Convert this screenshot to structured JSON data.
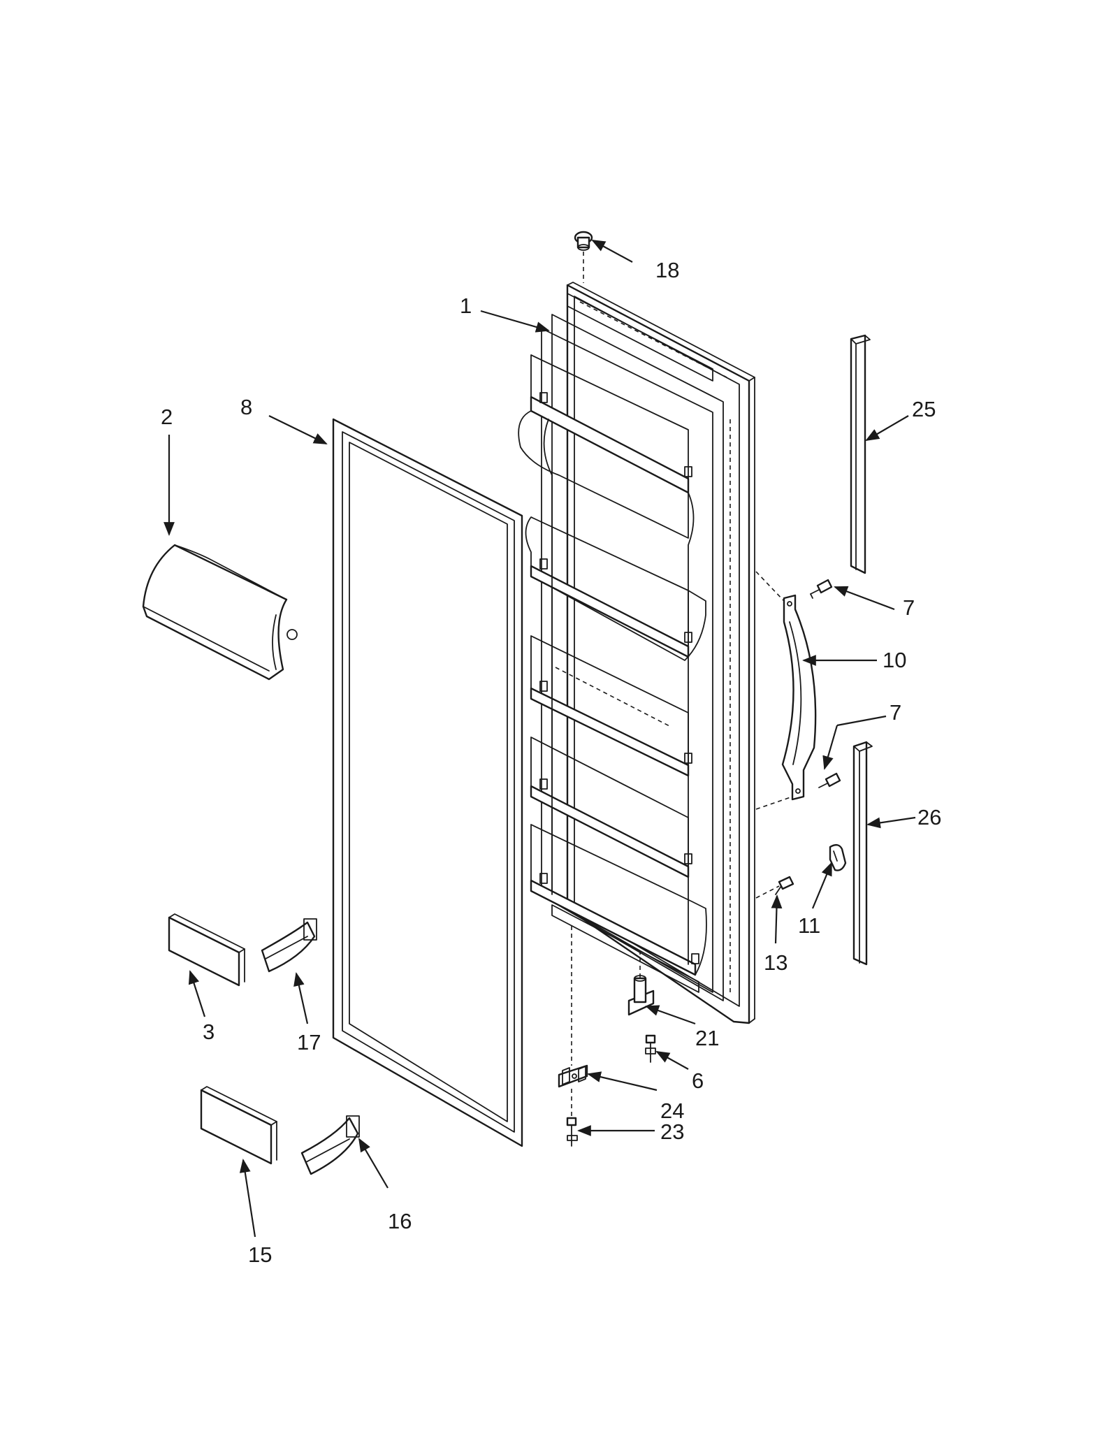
{
  "diagram": {
    "callouts": [
      {
        "id": "c18a",
        "label": "18"
      },
      {
        "id": "c1",
        "label": "1"
      },
      {
        "id": "c2",
        "label": "2"
      },
      {
        "id": "c8",
        "label": "8"
      },
      {
        "id": "c25",
        "label": "25"
      },
      {
        "id": "c7a",
        "label": "7"
      },
      {
        "id": "c10",
        "label": "10"
      },
      {
        "id": "c7b",
        "label": "7"
      },
      {
        "id": "c26",
        "label": "26"
      },
      {
        "id": "c11",
        "label": "11"
      },
      {
        "id": "c13",
        "label": "13"
      },
      {
        "id": "c21",
        "label": "21"
      },
      {
        "id": "c6",
        "label": "6"
      },
      {
        "id": "c24",
        "label": "24"
      },
      {
        "id": "c23",
        "label": "23"
      },
      {
        "id": "c3",
        "label": "3"
      },
      {
        "id": "c17",
        "label": "17"
      },
      {
        "id": "c15",
        "label": "15"
      },
      {
        "id": "c16",
        "label": "16"
      }
    ]
  }
}
